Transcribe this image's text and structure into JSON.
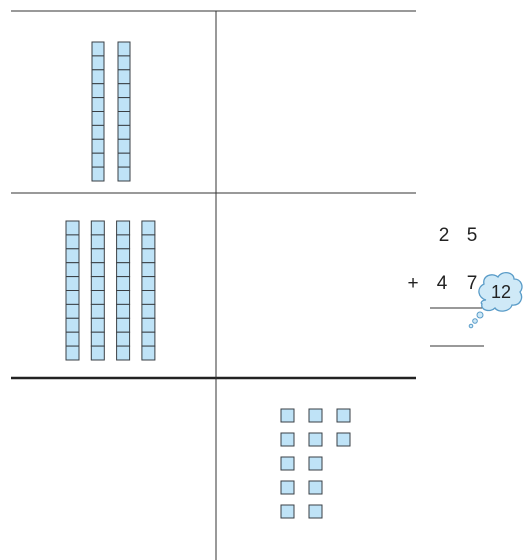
{
  "place_value_mat": {
    "rows": [
      {
        "tens_rods": 2,
        "ones_cubes": 0
      },
      {
        "tens_rods": 4,
        "ones_cubes": 0
      },
      {
        "tens_rods": 0,
        "ones_cubes": 12
      }
    ]
  },
  "addition": {
    "addend_1": [
      "2",
      "5"
    ],
    "addend_2": [
      "4",
      "7"
    ],
    "operator": "+"
  },
  "thought_bubble": {
    "text": "12"
  },
  "colors": {
    "block_fill": "#bfe3f7",
    "block_stroke": "#3a3f44",
    "rule_line": "#333333",
    "bubble_fill": "#cfe9f7",
    "bubble_stroke": "#5a9cc8"
  }
}
